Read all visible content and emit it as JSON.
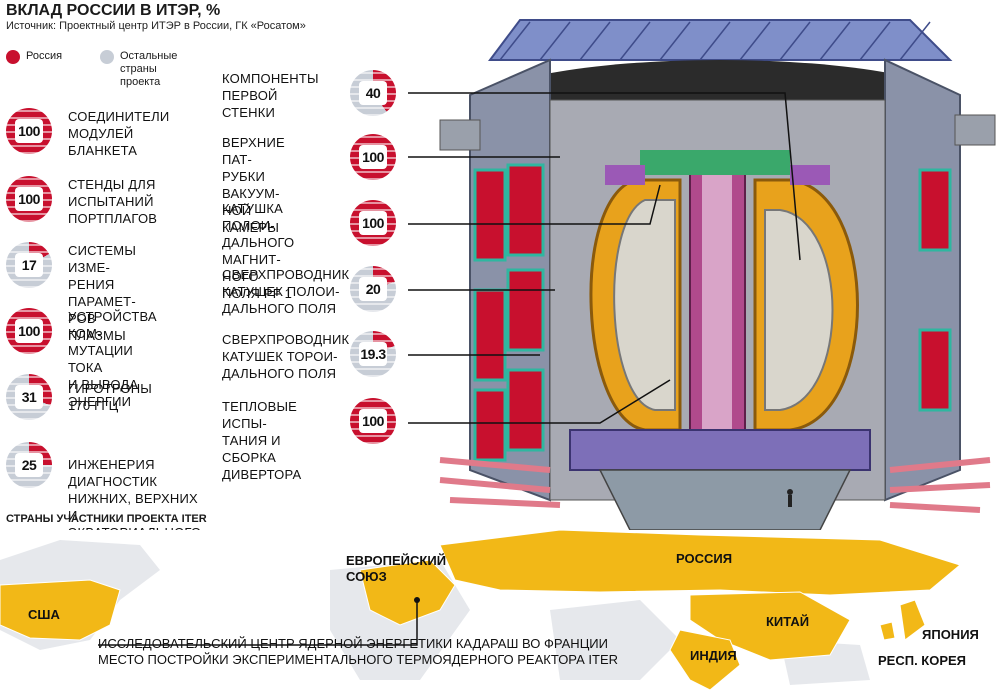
{
  "header": {
    "title": "ВКЛАД РОССИИ В ИТЭР, %",
    "source": "Источник: Проектный центр ИТЭР в России, ГК «Росатом»"
  },
  "legend": {
    "russia": "Россия",
    "others_line1": "Остальные",
    "others_line2": "страны",
    "others_line3": "проекта"
  },
  "colors": {
    "russia": "#c8102e",
    "others": "#c7cdd6",
    "map_land": "#f2b817",
    "map_other": "#e6e8ec",
    "sea": "#ffffff"
  },
  "left_items": [
    {
      "value": "100",
      "percent": 100,
      "line1": "Соединители",
      "line2": "модулей",
      "line3": "бланкета"
    },
    {
      "value": "100",
      "percent": 100,
      "line1": "Стенды для",
      "line2": "испытаний",
      "line3": "портплагов"
    },
    {
      "value": "17",
      "percent": 17,
      "line1": "Системы изме-",
      "line2": "рения парамет-",
      "line3": "ров плазмы"
    },
    {
      "value": "100",
      "percent": 100,
      "line1": "Устройства ком-",
      "line2": "мутации тока",
      "line3": "и вывода энергии"
    },
    {
      "value": "31",
      "percent": 31,
      "line1": "Гиротроны",
      "line2": "170 ГГц",
      "line3": ""
    },
    {
      "value": "25",
      "percent": 25,
      "line1": "Инженерия диагностик",
      "line2": "нижних, верхних и экваториального портов",
      "line3": ""
    }
  ],
  "right_items": [
    {
      "value": "40",
      "percent": 40,
      "line1": "Компоненты",
      "line2": "первой",
      "line3": "стенки"
    },
    {
      "value": "100",
      "percent": 100,
      "line1": "Верхние пат-",
      "line2": "рубки вакуум-",
      "line3": "ной камеры"
    },
    {
      "value": "100",
      "percent": 100,
      "line1": "Катушка полои-",
      "line2": "дального магнит-",
      "line3": "ного поля PF 1"
    },
    {
      "value": "20",
      "percent": 20,
      "line1": "Сверхпроводник",
      "line2": "катушек полои-",
      "line3": "дального поля"
    },
    {
      "value": "19.3",
      "percent": 19.3,
      "line1": "Сверхпроводник",
      "line2": "катушек торои-",
      "line3": "дального поля"
    },
    {
      "value": "100",
      "percent": 100,
      "line1": "Тепловые испы-",
      "line2": "тания и сборка",
      "line3": "дивертора"
    }
  ],
  "map": {
    "title": "СТРАНЫ УЧАСТНИКИ ПРОЕКТА ITER",
    "usa": "США",
    "eu_line1": "Европейский",
    "eu_line2": "союз",
    "russia": "Россия",
    "china": "Китай",
    "india": "Индия",
    "japan": "Япония",
    "korea": "Респ. Корея",
    "cadarache_line1": "Исследовательский центр ядерной энергетики Кадараш во Франции",
    "cadarache_line2": "место постройки экспериментального термоядерного реактора ITER"
  }
}
